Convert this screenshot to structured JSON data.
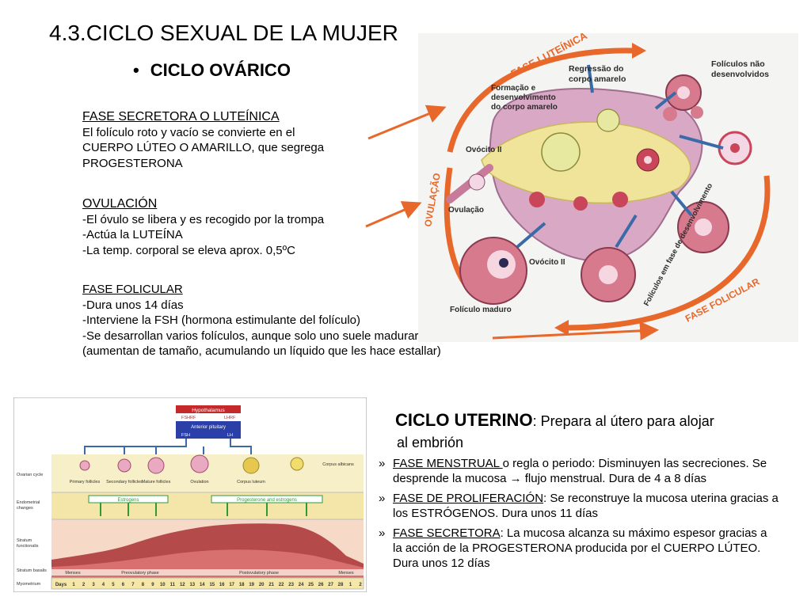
{
  "title": "4.3.CICLO SEXUAL DE LA MUJER",
  "bullet": {
    "mark": "•",
    "label": "CICLO OVÁRICO"
  },
  "fase_secretora": {
    "heading": "FASE SECRETORA O LUTEÍNICA",
    "lines": [
      "El folículo roto y vacío se convierte en el",
      "CUERPO LÚTEO O AMARILLO, que segrega",
      "PROGESTERONA"
    ]
  },
  "ovulacion": {
    "heading": "OVULACIÓN",
    "lines": [
      "-El óvulo se libera y es recogido por la trompa",
      "-Actúa la LUTEÍNA",
      "-La temp. corporal se eleva aprox. 0,5ºC"
    ]
  },
  "fase_folicular": {
    "heading": "FASE FOLICULAR",
    "lines": [
      "-Dura unos 14 días",
      "-Interviene la FSH (hormona estimulante del folículo)",
      "-Se desarrollan varios folículos, aunque solo uno suele madurar",
      "(aumentan de tamaño, acumulando un líquido que les hace estallar)"
    ]
  },
  "ovario_diagram": {
    "labels": {
      "fase_luteinica": "FASE LUTEÍNICA",
      "regressao": "Regressão do",
      "regressao2": "corpo amarelo",
      "foliculos_nao": "Folículos não",
      "foliculos_nao2": "desenvolvidos",
      "formacao1": "Formação e",
      "formacao2": "desenvolvimento",
      "formacao3": "do corpo amarelo",
      "ovocito_top": "Ovócito II",
      "ovulacao_side": "OVULAÇÃO",
      "ovulacao": "Ovulação",
      "ovocito_mid": "Ovócito II",
      "foliculo_maduro": "Folículo maduro",
      "foliculos_desenv": "Folículos em fase de desenvolvimento",
      "fase_folicular": "FASE FOLICULAR"
    }
  },
  "utero_diagram": {
    "hypothalamus": "Hypothalamus",
    "fshrf": "FSHRF",
    "lhrf": "LHRF",
    "pituitary": "Anterior pituitary",
    "fsh": "FSH",
    "lh": "LH",
    "row_ovarian": "Ovarian cycle",
    "row_endometrial1": "Endometrial",
    "row_endometrial2": "changes",
    "row_stratum1": "Stratum",
    "row_stratum2": "functionalis",
    "row_basalis": "Stratum basalis",
    "row_myometrium": "Myometrium",
    "stages": [
      "Primary follicles",
      "Secondary follicles",
      "Mature follicles",
      "Ovulation",
      "Corpus luteum",
      "Corpus albicans"
    ],
    "estrogens": "Estrogens",
    "prog_estrogen": "Progesterone and estrogens",
    "phases": [
      "Menses",
      "Preovulatory phase",
      "Postovulatory phase",
      "Menses"
    ],
    "days_label": "Days",
    "days": [
      "1",
      "2",
      "3",
      "4",
      "5",
      "6",
      "7",
      "8",
      "9",
      "10",
      "11",
      "12",
      "13",
      "14",
      "15",
      "16",
      "17",
      "18",
      "19",
      "20",
      "21",
      "22",
      "23",
      "24",
      "25",
      "26",
      "27",
      "28",
      "1",
      "2"
    ]
  },
  "ciclo_uterino": {
    "title_bold": "CICLO UTERINO",
    "title_rest": ": Prepara al útero para alojar",
    "title_line2": "al embrión",
    "items": [
      {
        "mark": "»",
        "u": "FASE MENSTRUAL ",
        "text": "o regla o periodo: Disminuyen las secreciones. Se desprende la mucosa → flujo menstrual. Dura de 4 a 8 días"
      },
      {
        "mark": "»",
        "u": "FASE DE PROLIFERACIÓN",
        "text": ": Se reconstruye la mucosa uterina gracias a los ESTRÓGENOS. Dura unos 11 días"
      },
      {
        "mark": "»",
        "u": "FASE SECRETORA",
        "text": ": La mucosa alcanza su máximo espesor gracias a la acción de la PROGESTERONA producida por el CUERPO LÚTEO. Dura unos 12 días"
      }
    ]
  },
  "colors": {
    "arrow": "#e8672a",
    "ovary_yellow": "#efe49a",
    "ovary_pink": "#d9a8c4",
    "follicle_red": "#c9455a",
    "blue": "#3b6aa8",
    "green": "#2f9a3a",
    "hypothalamus_red": "#c42a2a",
    "pituitary_blue": "#2a3fa8"
  }
}
